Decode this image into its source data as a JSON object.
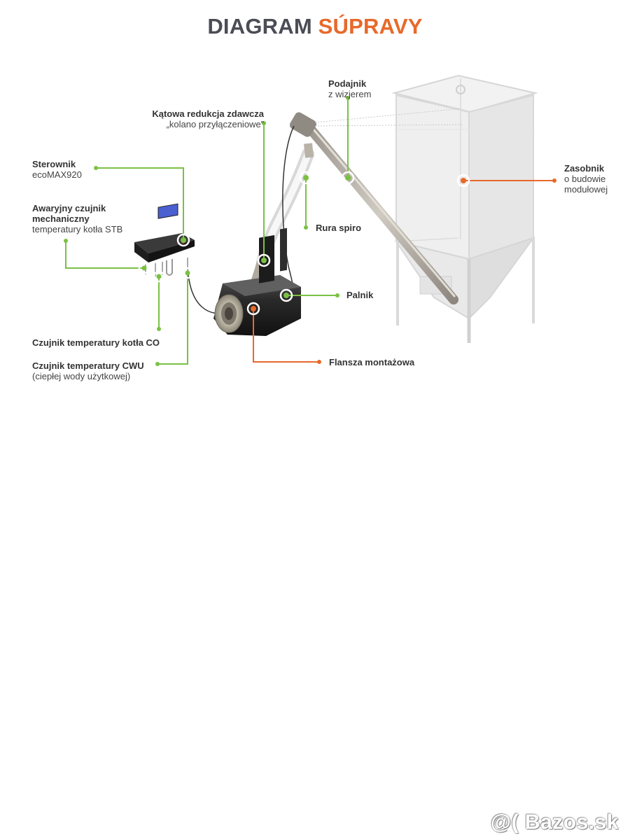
{
  "title": {
    "part1": "DIAGRAM",
    "part2": "SÚPRAVY"
  },
  "labels": {
    "podajnik": {
      "bold": "Podajnik",
      "normal": "z wizjerem"
    },
    "katowa": {
      "bold": "Kątowa redukcja zdawcza",
      "normal": "„kolano przyłączeniowe”"
    },
    "sterownik": {
      "bold": "Sterownik",
      "normal": "ecoMAX920"
    },
    "awaryjny": {
      "bold1": "Awaryjny czujnik",
      "bold2": "mechaniczny",
      "normal": "temperatury kotła STB"
    },
    "zasobnik": {
      "bold": "Zasobnik",
      "normal1": "o budowie",
      "normal2": "modułowej"
    },
    "rura": {
      "bold": "Rura spiro"
    },
    "palnik": {
      "bold": "Palnik"
    },
    "czujnik_co": {
      "bold": "Czujnik temperatury kotła CO"
    },
    "czujnik_cwu": {
      "bold": "Czujnik temperatury CWU",
      "normal": "(ciepłej wody użytkowej)"
    },
    "flansza": {
      "bold": "Flansza montażowa"
    }
  },
  "colors": {
    "green": "#7ac143",
    "orange": "#e8692a",
    "title_dark": "#4a4d55"
  },
  "watermark": "@( Bazos.sk"
}
